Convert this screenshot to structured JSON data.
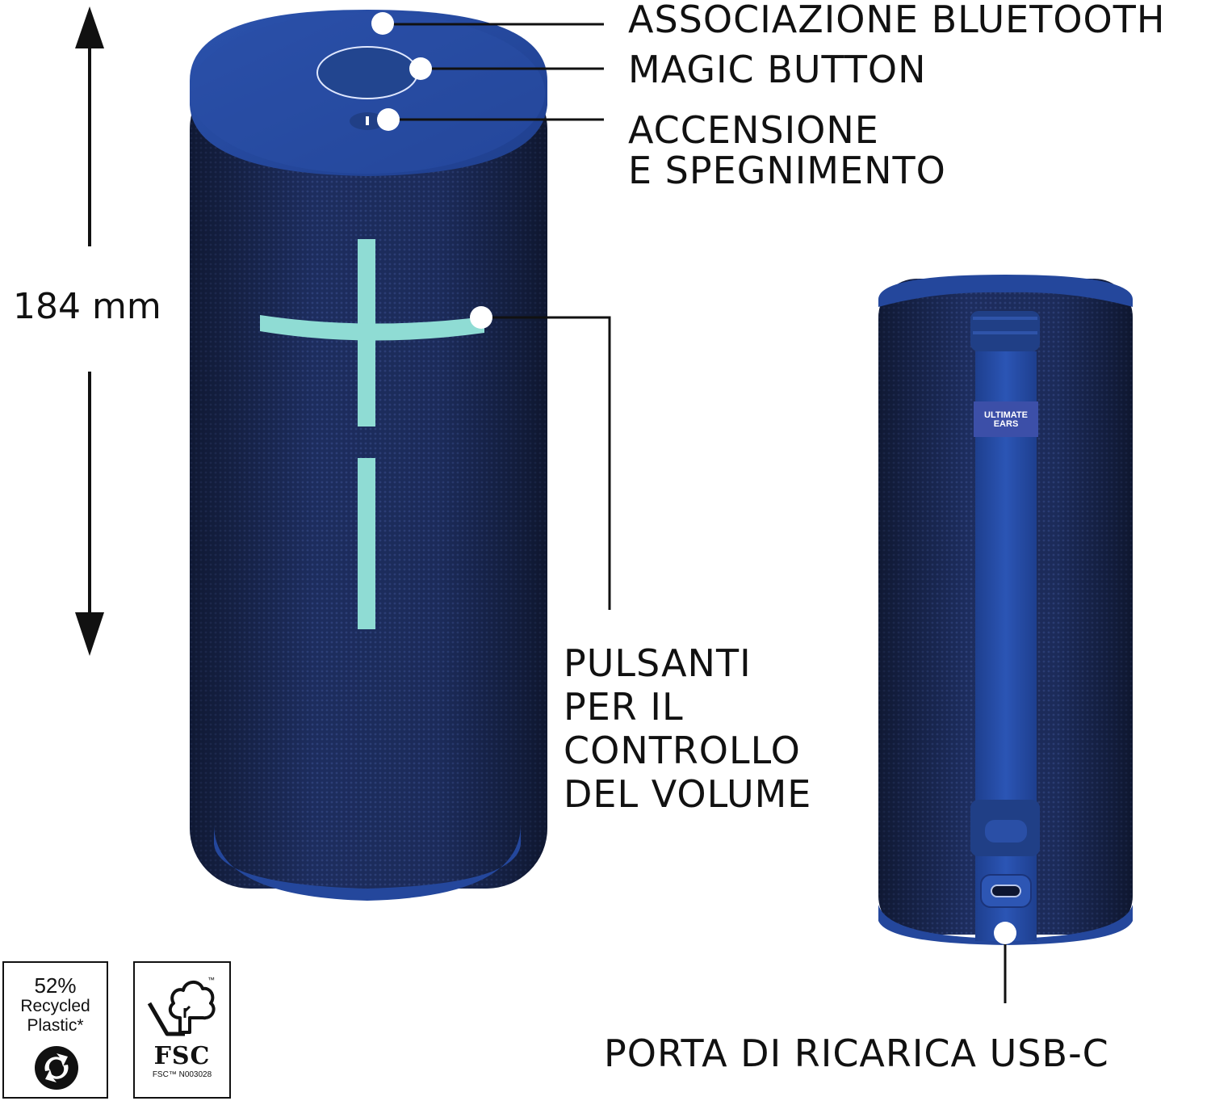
{
  "dimension": {
    "height_label": "184 mm"
  },
  "callouts": {
    "bluetooth": "ASSOCIAZIONE BLUETOOTH",
    "magic_button": "MAGIC BUTTON",
    "power": [
      "ACCENSIONE",
      "E SPEGNIMENTO"
    ],
    "volume": [
      "PULSANTI",
      "PER IL",
      "CONTROLLO",
      "DEL VOLUME"
    ],
    "usb": "PORTA DI RICARICA USB-C"
  },
  "brand": {
    "line1": "ULTIMATE",
    "line2": "EARS"
  },
  "badges": {
    "recycled": {
      "percent": "52%",
      "line1": "Recycled",
      "line2": "Plastic*"
    },
    "fsc": {
      "name": "FSC",
      "tm": "™",
      "code": "FSC™ N003028"
    }
  },
  "colors": {
    "speaker_body": "#1c2f63",
    "speaker_cap": "#24479c",
    "volume_accent": "#8fdcd4",
    "text": "#111111"
  }
}
